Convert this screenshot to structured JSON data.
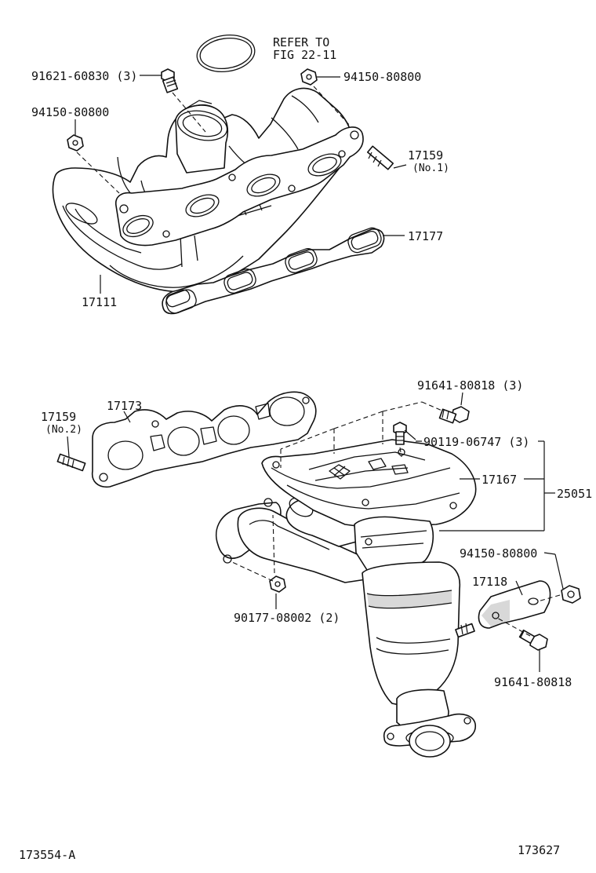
{
  "labels": {
    "refer_line1": "REFER TO",
    "refer_line2": "FIG 22-11",
    "p_91621": "91621-60830 (3)",
    "p_94150_top": "94150-80800",
    "p_94150_left": "94150-80800",
    "p_17159_no1": "17159",
    "p_17159_no1_sub": "(No.1)",
    "p_17177": "17177",
    "p_17111": "17111",
    "p_91641_top": "91641-80818 (3)",
    "p_17159_no2": "17159",
    "p_17159_no2_sub": "(No.2)",
    "p_17173": "17173",
    "p_90119": "90119-06747 (3)",
    "p_17167": "17167",
    "p_25051": "25051",
    "p_94150_right": "94150-80800",
    "p_17118": "17118",
    "p_90177": "90177-08002 (2)",
    "p_91641_bottom": "91641-80818",
    "fig_left": "173554-A",
    "fig_right": "173627"
  }
}
